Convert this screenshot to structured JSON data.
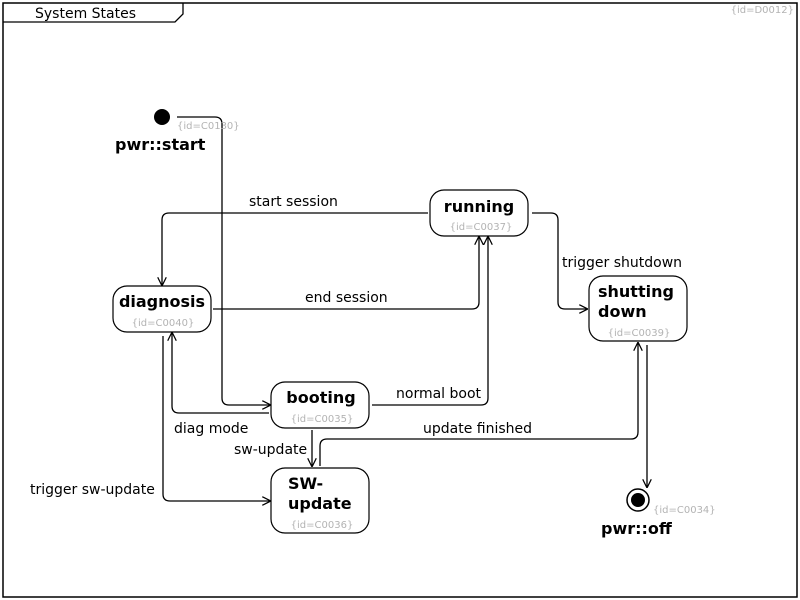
{
  "diagram": {
    "title": "System States",
    "id": "{id=D0012}"
  },
  "pseudostates": {
    "start": {
      "name": "pwr::start",
      "id": "{id=C0130}"
    },
    "end": {
      "name": "pwr::off",
      "id": "{id=C0034}"
    }
  },
  "states": {
    "running": {
      "name": "running",
      "id": "{id=C0037}"
    },
    "diagnosis": {
      "name": "diagnosis",
      "id": "{id=C0040}"
    },
    "booting": {
      "name": "booting",
      "id": "{id=C0035}"
    },
    "swupdate": {
      "name_line1": "SW-",
      "name_line2": "update",
      "id": "{id=C0036}"
    },
    "shutting": {
      "name_line1": "shutting",
      "name_line2": "down",
      "id": "{id=C0039}"
    }
  },
  "transitions": {
    "start_session": "start session",
    "end_session": "end session",
    "trigger_shutdown": "trigger shutdown",
    "normal_boot": "normal boot",
    "diag_mode": "diag mode",
    "update_finished": "update finished",
    "sw_update": "sw-update",
    "trigger_sw_update": "trigger sw-update"
  }
}
